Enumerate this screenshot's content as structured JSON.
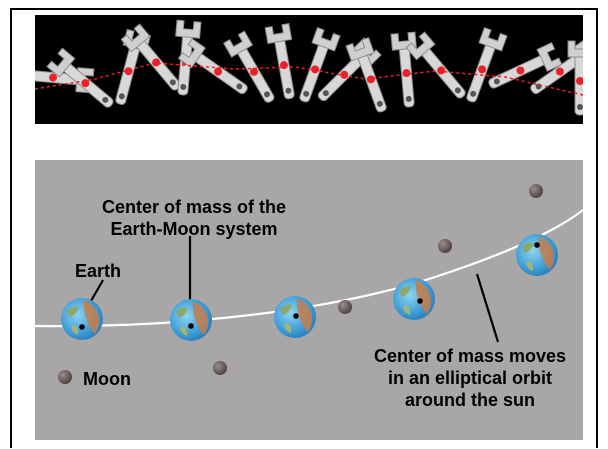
{
  "labels": {
    "earth": "Earth",
    "moon": "Moon",
    "center_mass_line1": "Center of mass of the",
    "center_mass_line2": "Earth-Moon system",
    "orbit_line1": "Center of mass moves",
    "orbit_line2": "in an elliptical orbit",
    "orbit_line3": "around the sun"
  },
  "colors": {
    "panel_background": "#a9a6a8",
    "strip_background": "#000000",
    "orbit_path": "#ffffff",
    "moon": "#6b5f5c",
    "center_of_mass_marker": "#ff2a2a"
  }
}
